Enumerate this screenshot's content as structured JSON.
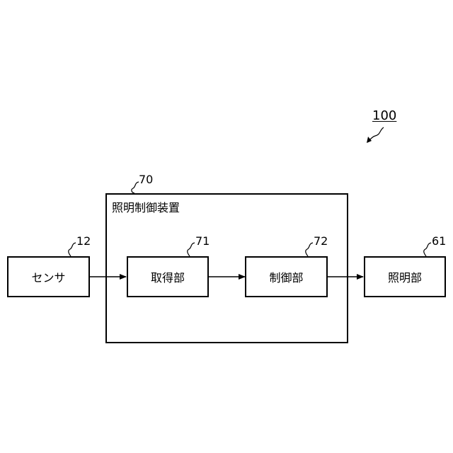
{
  "system": {
    "ref_label": "100"
  },
  "sensor": {
    "ref_label": "12",
    "label": "センサ"
  },
  "device": {
    "ref_label": "70",
    "title": "照明制御装置",
    "acquisition": {
      "ref_label": "71",
      "label": "取得部"
    },
    "control": {
      "ref_label": "72",
      "label": "制御部"
    }
  },
  "lighting": {
    "ref_label": "61",
    "label": "照明部"
  },
  "colors": {
    "stroke": "#000000",
    "background": "#ffffff"
  }
}
